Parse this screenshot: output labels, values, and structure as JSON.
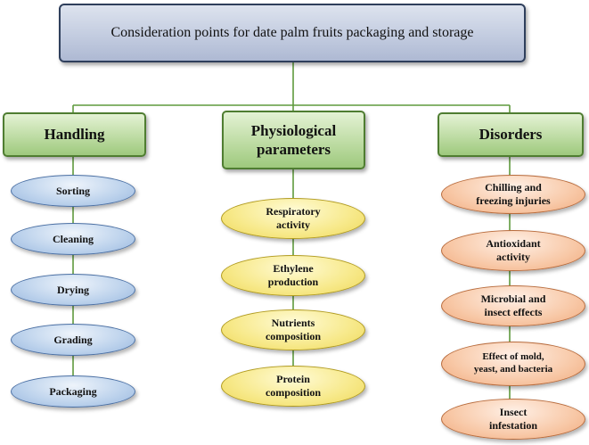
{
  "root": {
    "label": "Consideration points for date palm fruits packaging and storage"
  },
  "columns": [
    {
      "heading": "Handling",
      "items": [
        "Sorting",
        "Cleaning",
        "Drying",
        "Grading",
        "Packaging"
      ]
    },
    {
      "heading": "Physiological parameters",
      "heading_lines": [
        "Physiological",
        "parameters"
      ],
      "items": [
        {
          "lines": [
            "Respiratory",
            "activity"
          ]
        },
        {
          "lines": [
            "Ethylene",
            "production"
          ]
        },
        {
          "lines": [
            "Nutrients",
            "composition"
          ]
        },
        {
          "lines": [
            "Protein",
            "composition"
          ]
        }
      ]
    },
    {
      "heading": "Disorders",
      "items": [
        {
          "lines": [
            "Chilling and",
            "freezing injuries"
          ]
        },
        {
          "lines": [
            "Antioxidant",
            "activity"
          ]
        },
        {
          "lines": [
            "Microbial and",
            "insect effects"
          ]
        },
        {
          "lines": [
            "Effect of mold,",
            "yeast, and bacteria"
          ]
        },
        {
          "lines": [
            "Insect",
            "infestation"
          ]
        }
      ]
    }
  ],
  "colors": {
    "connector": "#5f9a3d",
    "root_border": "#2f3f5c",
    "heading_fill": "#bedca4",
    "handling_fill": "#bcd2ec",
    "physiological_fill": "#f7e98a",
    "disorders_fill": "#f8c9a8"
  }
}
